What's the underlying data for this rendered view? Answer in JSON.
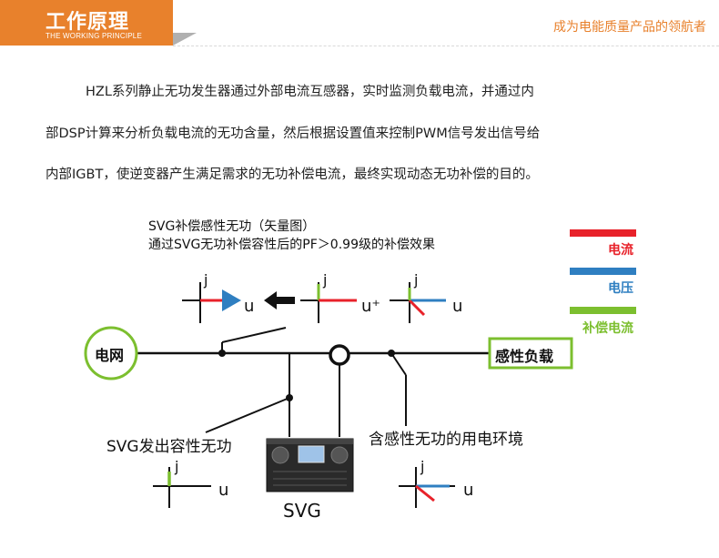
{
  "header": {
    "title": "工作原理",
    "subtitle": "THE WORKING PRINCIPLE",
    "slogan": "成为电能质量产品的领航者"
  },
  "intro": {
    "line1": "HZL系列静止无功发生器通过外部电流互感器，实时监测负载电流，并通过内",
    "line2": "部DSP计算来分析负载电流的无功含量，然后根据设置值来控制PWM信号发出信号给",
    "line3": "内部IGBT，使逆变器产生满足需求的无功补偿电流，最终实现动态无功补偿的目的。"
  },
  "diagram": {
    "caption_line1": "SVG补偿感性无功（矢量图）",
    "caption_line2": "通过SVG无功补偿容性后的PF＞0.99级的补偿效果",
    "grid_label": "电网",
    "load_label": "感性负载",
    "svg_output_label": "SVG发出容性无功",
    "env_label": "含感性无功的用电环境",
    "device_label": "SVG",
    "axis_j": "j",
    "axis_u": "u",
    "axis_u_plus": "u⁺"
  },
  "legend": [
    {
      "label": "电流",
      "color": "#e8222a"
    },
    {
      "label": "电压",
      "color": "#2f7fc1"
    },
    {
      "label": "补偿电流",
      "color": "#7cbf2f"
    }
  ],
  "colors": {
    "accent": "#e8812c",
    "grid_circle": "#7cbf2f",
    "current": "#e8222a",
    "voltage": "#2f7fc1",
    "compensation": "#7cbf2f"
  }
}
